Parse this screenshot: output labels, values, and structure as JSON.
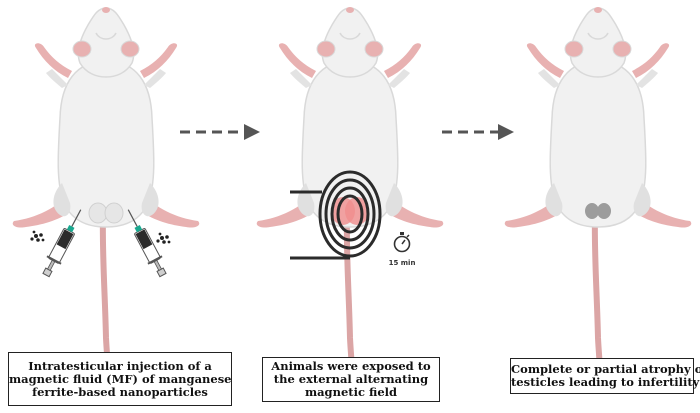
{
  "steps": [
    {
      "caption_lines": [
        "Intratesticular injection of a",
        "magnetic fluid (MF) of manganese",
        "ferrite-based nanoparticles"
      ]
    },
    {
      "caption_lines": [
        "Animals were exposed to",
        "the external alternating",
        "magnetic field"
      ],
      "timer_label": "15 min"
    },
    {
      "caption_lines": [
        "Complete or partial atrophy of",
        "testicles leading to infertility"
      ]
    }
  ],
  "colors": {
    "fur": "#f1f1f1",
    "fur_shadow": "#d9d9d9",
    "pink": "#e8b1b1",
    "tail": "#dba5a5",
    "arrow": "#555555",
    "coil": "#2b2b2b",
    "heat": "#f08d8d",
    "atrophy": "#9c9c9c",
    "syringe_teal": "#1aa88f"
  },
  "icons": [
    "dashed-arrow-icon",
    "syringe-icon",
    "coil-icon",
    "stopwatch-icon",
    "nanoparticles-icon"
  ]
}
